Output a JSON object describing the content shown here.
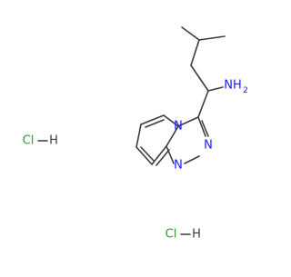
{
  "structure": {
    "atoms": {
      "amine": "NH",
      "amine_sub": "2",
      "ring_n1": "N",
      "ring_n2": "N",
      "ring_n3": "N"
    },
    "salts": [
      {
        "label": "Cl",
        "h": "H"
      },
      {
        "label": "Cl",
        "h": "H"
      }
    ]
  },
  "colors": {
    "bond": "#3c3c3c",
    "nitrogen": "#1a1aff",
    "chlorine": "#2e9c2e"
  }
}
